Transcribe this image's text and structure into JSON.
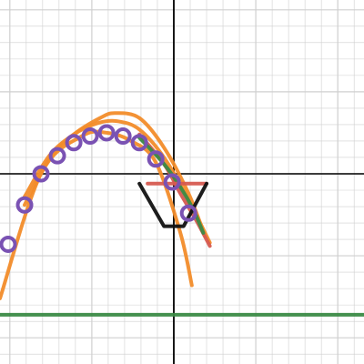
{
  "chart_data": {
    "type": "scatter",
    "title": "",
    "xlabel": "",
    "ylabel": "",
    "xlim": [
      -10.6,
      11.6
    ],
    "ylim": [
      -11.6,
      10.6
    ],
    "grid": true,
    "colors": {
      "orange": "#f28c2a",
      "purple": "#7a52b3",
      "red": "#d65a50",
      "green": "#3a8a45",
      "black": "#111111",
      "grid": "#cfcfcf",
      "axis": "#000000"
    },
    "series": [
      {
        "type": "scatter",
        "color": "#7a52b3",
        "x": [
          -10.1,
          -9.1,
          -8.1,
          -7.1,
          -6.1,
          -5.1,
          -4.1,
          -3.1,
          -2.1,
          -1.1,
          -0.1,
          0.9
        ],
        "y": [
          -4.3,
          -1.9,
          0.0,
          1.1,
          1.9,
          2.3,
          2.5,
          2.3,
          1.9,
          0.9,
          -0.5,
          -2.4
        ]
      },
      {
        "type": "line",
        "color": "#f28c2a",
        "x": [
          -10.6,
          -8.1,
          -5.6,
          -4.1,
          -2.6,
          -1.1,
          0.4,
          1.1
        ],
        "y": [
          -7.6,
          0.0,
          2.3,
          2.5,
          2.0,
          0.7,
          -3.6,
          -6.8
        ]
      },
      {
        "type": "line",
        "color": "#f28c2a",
        "x": [
          -9.1,
          -7.6,
          -6.1,
          -4.5,
          -3.6,
          -2.1,
          -0.6,
          0.9,
          1.9
        ],
        "y": [
          -1.9,
          0.9,
          2.4,
          3.4,
          3.7,
          3.4,
          1.6,
          -1.2,
          -3.8
        ]
      },
      {
        "type": "line",
        "color": "#f28c2a",
        "x": [
          -9.1,
          -7.6,
          -6.1,
          -4.6,
          -3.4,
          -2.1,
          -0.6,
          0.9,
          2.2
        ],
        "y": [
          -1.4,
          1.1,
          2.4,
          3.1,
          3.2,
          2.7,
          1.0,
          -1.6,
          -4.2
        ]
      },
      {
        "type": "line",
        "color": "#d65a50",
        "x": [
          -2.1,
          -0.6,
          0.4,
          1.4,
          2.2
        ],
        "y": [
          2.4,
          0.6,
          -1.2,
          -2.9,
          -4.4
        ]
      },
      {
        "type": "line",
        "color": "#3a8a45",
        "x": [
          -2.1,
          -0.6,
          0.4,
          1.2,
          1.8
        ],
        "y": [
          2.2,
          0.6,
          -0.8,
          -2.2,
          -3.6
        ]
      },
      {
        "type": "line",
        "color": "#3a8a45",
        "x": [
          -10.6,
          11.6
        ],
        "y": [
          -8.6,
          -8.6
        ]
      },
      {
        "type": "line",
        "color": "#d65a50",
        "x": [
          -1.6,
          2.0
        ],
        "y": [
          -0.6,
          -0.6
        ]
      },
      {
        "type": "line",
        "color": "#111111",
        "x": [
          -2.1,
          -0.6,
          0.6,
          2.0
        ],
        "y": [
          -0.6,
          -3.2,
          -3.2,
          -0.6
        ]
      }
    ]
  }
}
